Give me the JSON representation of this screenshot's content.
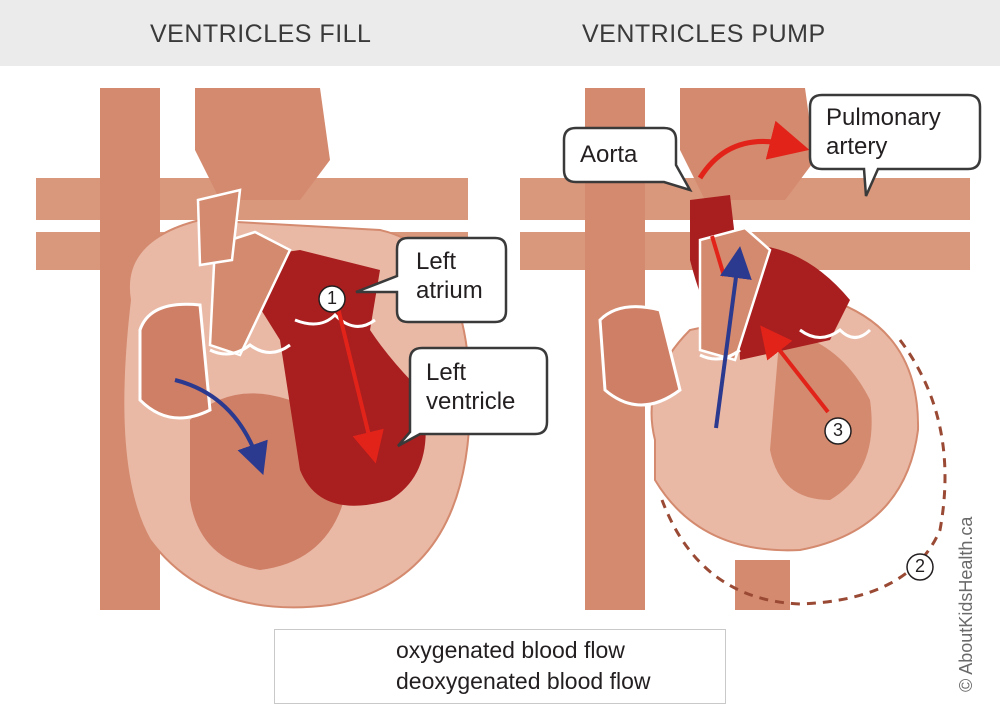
{
  "header": {
    "left_title": "VENTRICLES FILL",
    "right_title": "VENTRICLES PUMP"
  },
  "left_panel": {
    "callouts": [
      {
        "line1": "Left",
        "line2": "atrium"
      },
      {
        "line1": "Left",
        "line2": "ventricle"
      }
    ],
    "markers": [
      "1"
    ]
  },
  "right_panel": {
    "callouts": [
      {
        "line1": "Aorta",
        "line2": ""
      },
      {
        "line1": "Pulmonary",
        "line2": "artery"
      }
    ],
    "markers": [
      "2",
      "3"
    ]
  },
  "legend": {
    "items": [
      {
        "label": "oxygenated blood flow",
        "color": "#e2231a"
      },
      {
        "label": "deoxygenated blood flow",
        "color": "#2b3a8f"
      }
    ]
  },
  "copyright": "© AboutKidsHealth.ca",
  "colors": {
    "vessel": "#d48a6e",
    "vessel_light": "#e9b9a6",
    "muscle": "#cf7f66",
    "chamber_dark": "#a91e1e",
    "valve_line": "#ffffff",
    "outline": "#3a3a3a"
  }
}
